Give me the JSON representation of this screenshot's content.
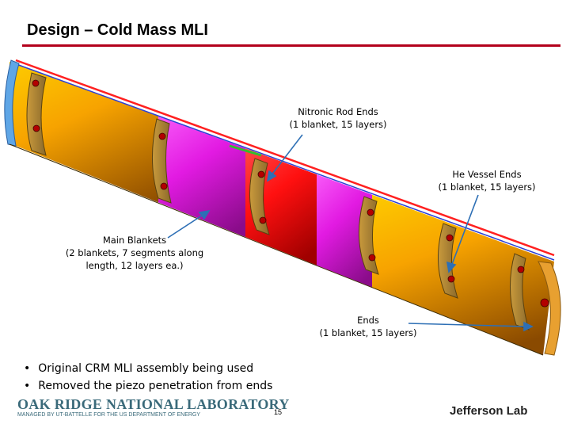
{
  "slide": {
    "title": "Design – Cold Mass MLI",
    "page_number": "15"
  },
  "callouts": {
    "nitronic": {
      "line1": "Nitronic Rod Ends",
      "line2": "(1 blanket, 15 layers)"
    },
    "he_vessel": {
      "line1": "He Vessel Ends",
      "line2": "(1 blanket, 15 layers)"
    },
    "main": {
      "line1": "Main Blankets",
      "line2": "(2 blankets, 7 segments along",
      "line3": "length, 12 layers ea.)"
    },
    "ends": {
      "line1": "Ends",
      "line2": "(1 blanket, 15 layers)"
    }
  },
  "bullets": [
    "Original CRM MLI assembly being used",
    "Removed the piezo penetration from ends"
  ],
  "footer": {
    "ornl_name": "OAK RIDGE NATIONAL LABORATORY",
    "ornl_sub": "MANAGED BY UT-BATTELLE FOR THE US DEPARTMENT OF ENERGY",
    "jlab": "Jefferson Lab"
  },
  "colors": {
    "title_rule": "#b3001b",
    "blanket_orange": "#f5a000",
    "blanket_magenta": "#e21ae2",
    "blanket_red": "#ff1010",
    "arrow": "#2d6fb5"
  }
}
